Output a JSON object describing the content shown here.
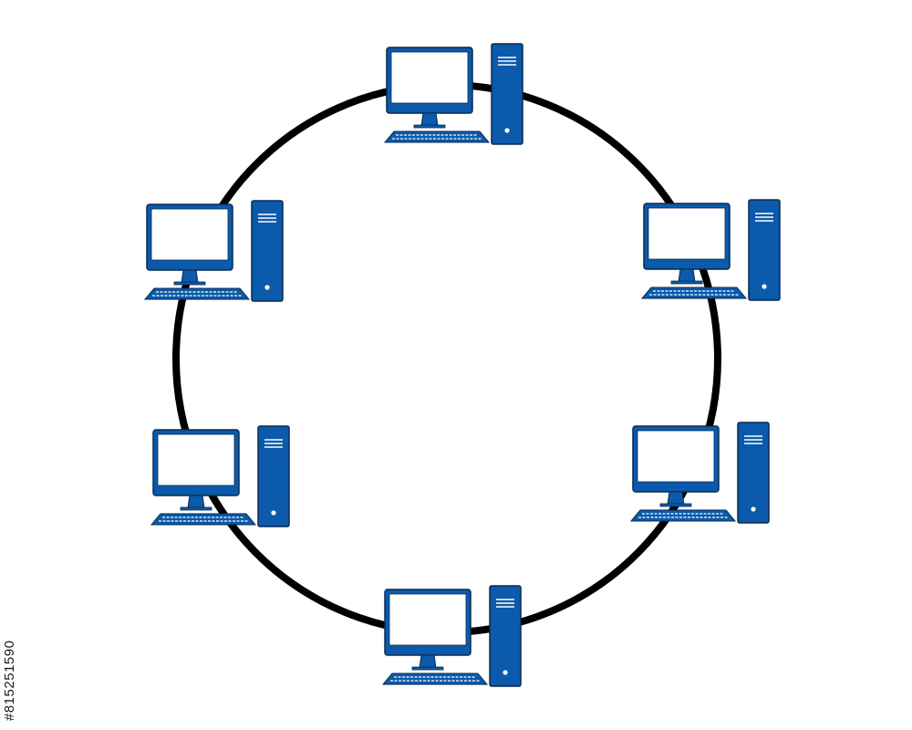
{
  "diagram": {
    "type": "ring-network-topology",
    "colors": {
      "ring": "#000000",
      "device": "#0b5aab",
      "device_outline": "#0a2a50",
      "screen": "#ffffff",
      "background": "#ffffff"
    },
    "nodes": [
      {
        "id": "computer-top",
        "icon": "desktop-computer-icon"
      },
      {
        "id": "computer-upper-right",
        "icon": "desktop-computer-icon"
      },
      {
        "id": "computer-lower-right",
        "icon": "desktop-computer-icon"
      },
      {
        "id": "computer-bottom",
        "icon": "desktop-computer-icon"
      },
      {
        "id": "computer-lower-left",
        "icon": "desktop-computer-icon"
      },
      {
        "id": "computer-upper-left",
        "icon": "desktop-computer-icon"
      }
    ]
  },
  "watermark": {
    "stock_id": "#815251590"
  }
}
